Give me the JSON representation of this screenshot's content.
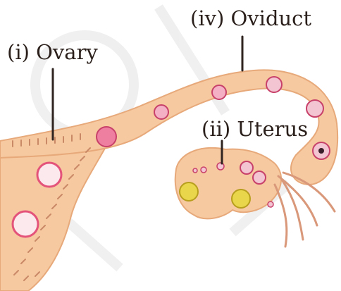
{
  "labels": {
    "ovary": "(i) Ovary",
    "oviduct": "(iv) Oviduct",
    "uterus": "(ii) Uterus"
  },
  "colors": {
    "tube_fill": "#f6c9a0",
    "tube_edge": "#e7a97a",
    "fimbriae": "#d9987a",
    "cell_pink": "#e3537a",
    "cell_fill": "#f3c4d2",
    "yellow_mass": "#e9d64a",
    "leader_line": "#2f2420",
    "watermark": "#e8e8e8"
  }
}
